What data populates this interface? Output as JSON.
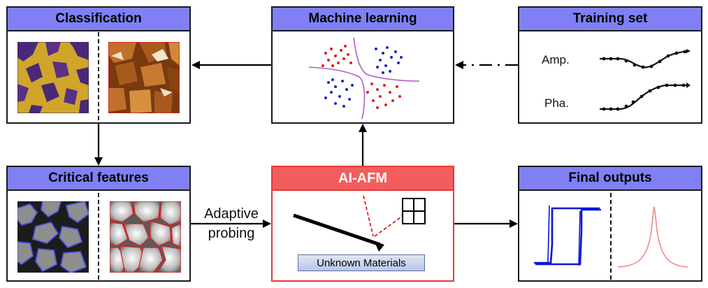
{
  "panels": {
    "classification": {
      "title": "Classification"
    },
    "machine_learning": {
      "title": "Machine learning"
    },
    "training_set": {
      "title": "Training set",
      "amp_label": "Amp.",
      "pha_label": "Pha."
    },
    "critical_features": {
      "title": "Critical features"
    },
    "ai_afm": {
      "title": "AI-AFM",
      "sample_label": "Unknown Materials"
    },
    "final_outputs": {
      "title": "Final outputs"
    }
  },
  "arrow_label": {
    "line1": "Adaptive",
    "line2": "probing"
  },
  "colors": {
    "header_blue": "#8080f4",
    "header_red": "#f25e5e",
    "class_red": "#e21c1c",
    "class_blue": "#1b24c8",
    "boundary_purple": "#b05ccc",
    "hysteresis_blue": "#0b16d6",
    "resonance_red": "#f08a8a"
  }
}
